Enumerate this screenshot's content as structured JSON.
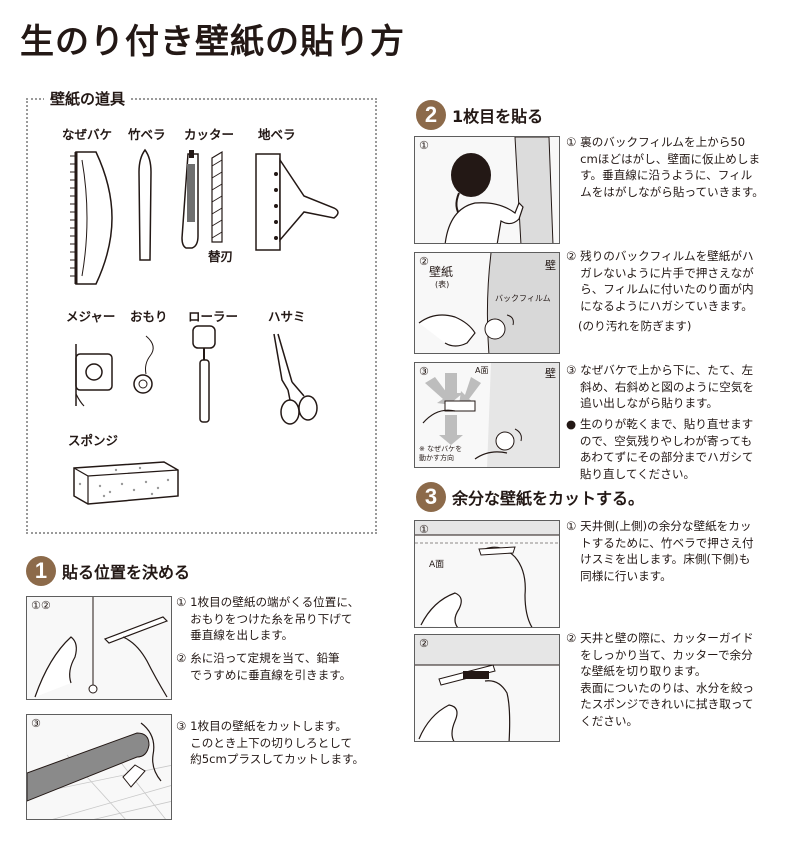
{
  "title": "生のり付き壁紙の貼り方",
  "tools": {
    "heading": "壁紙の道具",
    "items": [
      {
        "label": "なぜバケ"
      },
      {
        "label": "竹ベラ"
      },
      {
        "label": "カッター"
      },
      {
        "label": "地ベラ"
      },
      {
        "label": "メジャー"
      },
      {
        "label": "おもり"
      },
      {
        "label": "ローラー"
      },
      {
        "label": "ハサミ"
      },
      {
        "label": "スポンジ"
      }
    ],
    "spare_blade_label": "替刃"
  },
  "step1": {
    "badge": "1",
    "title": "貼る位置を決める",
    "panels": [
      {
        "num": "①②"
      },
      {
        "num": "③"
      }
    ],
    "texts": [
      {
        "num": "①",
        "lines": "1枚目の壁紙の端がくる位置に、\nおもりをつけた糸を吊り下げて\n垂直線を出します。"
      },
      {
        "num": "②",
        "lines": "糸に沿って定規を当て、鉛筆\nでうすめに垂直線を引きます。"
      },
      {
        "num": "③",
        "lines": "1枚目の壁紙をカットします。\nこのとき上下の切りしろとして\n約5cmプラスしてカットします。"
      }
    ]
  },
  "step2": {
    "badge": "2",
    "title": "1枚目を貼る",
    "panels": [
      {
        "num": "①"
      },
      {
        "num": "②",
        "label_wallpaper": "壁紙",
        "label_wallpaper_sub": "(表)",
        "label_wall": "壁",
        "label_film": "バックフィルム"
      },
      {
        "num": "③",
        "label_a": "A面",
        "label_wall": "壁",
        "label_note": "※ なぜバケを\n動かす方向"
      }
    ],
    "texts": [
      {
        "num": "①",
        "lines": "裏のバックフィルムを上から50\ncmほどはがし、壁面に仮止めしま\nす。垂直線に沿うように、フィル\nムをはがしながら貼っていきます。"
      },
      {
        "num": "②",
        "lines": "残りのバックフィルムを壁紙がハ\nガレないように片手で押さえなが\nら、フィルムに付いたのり面が内\nになるようにハガシていきます。"
      },
      {
        "num": "",
        "lines": "(のり汚れを防ぎます)"
      },
      {
        "num": "③",
        "lines": "なぜバケで上から下に、たて、左\n斜め、右斜めと図のように空気を\n追い出しながら貼ります。"
      },
      {
        "num": "●",
        "lines": "生のりが乾くまで、貼り直せます\nので、空気残りやしわが寄っても\nあわてずにその部分までハガシて\n貼り直してください。"
      }
    ]
  },
  "step3": {
    "badge": "3",
    "title": "余分な壁紙をカットする。",
    "panels": [
      {
        "num": "①",
        "label_a": "A面"
      },
      {
        "num": "②"
      }
    ],
    "texts": [
      {
        "num": "①",
        "lines": "天井側(上側)の余分な壁紙をカッ\nトするために、竹ベラで押さえ付\nけスミを出します。床側(下側)も\n同様に行います。"
      },
      {
        "num": "②",
        "lines": "天井と壁の際に、カッターガイド\nをしっかり当て、カッターで余分\nな壁紙を切り取ります。\n表面についたのりは、水分を絞っ\nたスポンジできれいに拭き取って\nください。"
      }
    ]
  },
  "colors": {
    "badge": "#8c6a4a",
    "text": "#231815",
    "panel_border": "#5e5e5e"
  },
  "icons": [
    "brush-icon",
    "bamboo-spatula-icon",
    "cutter-icon",
    "spare-blade-icon",
    "scraper-icon",
    "tape-measure-icon",
    "plumb-weight-icon",
    "roller-icon",
    "scissors-icon",
    "sponge-icon"
  ]
}
